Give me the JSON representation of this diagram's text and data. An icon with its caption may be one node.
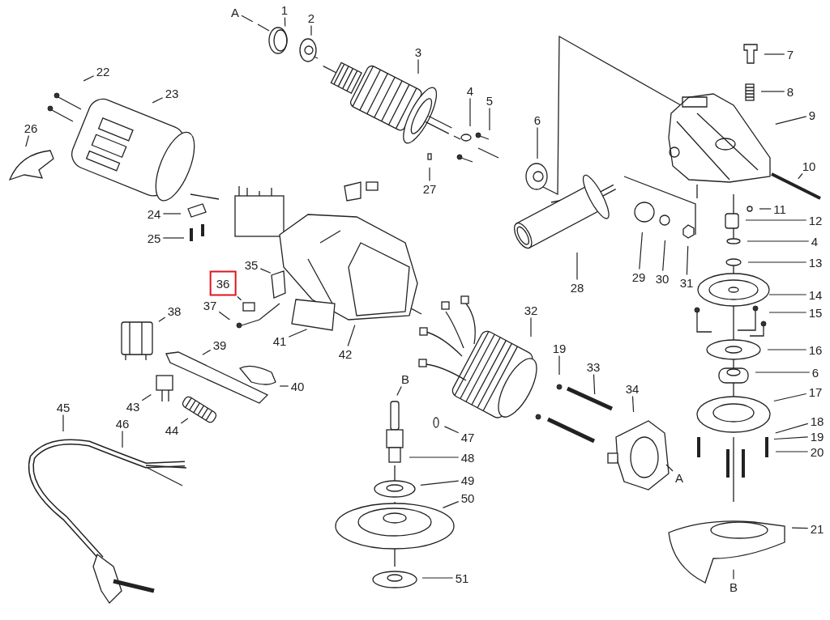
{
  "diagram": {
    "nodes": [
      {
        "text": [
          "A"
        ]
      },
      {
        "text": [
          "1"
        ]
      },
      {
        "text": [
          "2"
        ]
      },
      {
        "text": [
          "3"
        ]
      },
      {
        "text": [
          "4"
        ]
      },
      {
        "text": [
          "5"
        ]
      },
      {
        "text": [
          "6"
        ]
      },
      {
        "text": [
          "7"
        ]
      },
      {
        "text": [
          "8"
        ]
      },
      {
        "text": [
          "9"
        ]
      },
      {
        "text": [
          "10"
        ]
      },
      {
        "text": [
          "11"
        ]
      },
      {
        "text": [
          "12"
        ]
      },
      {
        "text": [
          "4"
        ]
      },
      {
        "text": [
          "13"
        ]
      },
      {
        "text": [
          "14"
        ]
      },
      {
        "text": [
          "15"
        ]
      },
      {
        "text": [
          "16"
        ]
      },
      {
        "text": [
          "6"
        ]
      },
      {
        "text": [
          "17"
        ]
      },
      {
        "text": [
          "18"
        ]
      },
      {
        "text": [
          "19"
        ]
      },
      {
        "text": [
          "20"
        ]
      },
      {
        "text": [
          "21"
        ]
      },
      {
        "text": [
          "B"
        ]
      },
      {
        "text": [
          "22"
        ]
      },
      {
        "text": [
          "23"
        ]
      },
      {
        "text": [
          "24"
        ]
      },
      {
        "text": [
          "25"
        ]
      },
      {
        "text": [
          "26"
        ]
      },
      {
        "text": [
          "27"
        ]
      },
      {
        "text": [
          "28"
        ]
      },
      {
        "text": [
          "29"
        ]
      },
      {
        "text": [
          "30"
        ]
      },
      {
        "text": [
          "31"
        ]
      },
      {
        "text": [
          "32"
        ]
      },
      {
        "text": [
          "19"
        ]
      },
      {
        "text": [
          "33"
        ]
      },
      {
        "text": [
          "34"
        ]
      },
      {
        "text": [
          "A"
        ]
      },
      {
        "text": [
          "35"
        ]
      },
      {
        "text": [
          "36"
        ]
      },
      {
        "text": [
          "37"
        ]
      },
      {
        "text": [
          "38"
        ]
      },
      {
        "text": [
          "39"
        ]
      },
      {
        "text": [
          "40"
        ]
      },
      {
        "text": [
          "41"
        ]
      },
      {
        "text": [
          "42"
        ]
      },
      {
        "text": [
          "43"
        ]
      },
      {
        "text": [
          "44"
        ]
      },
      {
        "text": [
          "45"
        ]
      },
      {
        "text": [
          "46"
        ]
      },
      {
        "text": [
          "B"
        ]
      },
      {
        "text": [
          "47"
        ]
      },
      {
        "text": [
          "48"
        ]
      },
      {
        "text": [
          "49"
        ]
      },
      {
        "text": [
          "50"
        ]
      },
      {
        "text": [
          "51"
        ]
      }
    ],
    "edges": [
      {
        "from": 0,
        "to": null,
        "arrow": "none"
      },
      {
        "from": 1,
        "to": null,
        "arrow": "none"
      },
      {
        "from": 2,
        "to": null,
        "arrow": "none"
      },
      {
        "from": 3,
        "to": null,
        "arrow": "none"
      },
      {
        "from": 4,
        "to": null,
        "arrow": "none"
      },
      {
        "from": 5,
        "to": null,
        "arrow": "none"
      },
      {
        "from": 6,
        "to": null,
        "arrow": "none"
      },
      {
        "from": 7,
        "to": null,
        "arrow": "none"
      },
      {
        "from": 8,
        "to": null,
        "arrow": "none"
      },
      {
        "from": 9,
        "to": null,
        "arrow": "none"
      },
      {
        "from": 10,
        "to": null,
        "arrow": "none"
      },
      {
        "from": 11,
        "to": null,
        "arrow": "none"
      },
      {
        "from": 12,
        "to": null,
        "arrow": "none"
      },
      {
        "from": 13,
        "to": null,
        "arrow": "none"
      },
      {
        "from": 14,
        "to": null,
        "arrow": "none"
      },
      {
        "from": 15,
        "to": null,
        "arrow": "none"
      },
      {
        "from": 16,
        "to": null,
        "arrow": "none"
      },
      {
        "from": 17,
        "to": null,
        "arrow": "none"
      },
      {
        "from": 18,
        "to": null,
        "arrow": "none"
      },
      {
        "from": 19,
        "to": null,
        "arrow": "none"
      },
      {
        "from": 20,
        "to": null,
        "arrow": "none"
      },
      {
        "from": 21,
        "to": null,
        "arrow": "none"
      },
      {
        "from": 22,
        "to": null,
        "arrow": "none"
      },
      {
        "from": 23,
        "to": null,
        "arrow": "none"
      },
      {
        "from": 24,
        "to": null,
        "arrow": "none"
      },
      {
        "from": 25,
        "to": null,
        "arrow": "none"
      },
      {
        "from": 26,
        "to": null,
        "arrow": "none"
      },
      {
        "from": 27,
        "to": null,
        "arrow": "none"
      },
      {
        "from": 28,
        "to": null,
        "arrow": "none"
      },
      {
        "from": 29,
        "to": null,
        "arrow": "none"
      },
      {
        "from": 30,
        "to": null,
        "arrow": "none"
      },
      {
        "from": 31,
        "to": null,
        "arrow": "none"
      },
      {
        "from": 32,
        "to": null,
        "arrow": "none"
      },
      {
        "from": 33,
        "to": null,
        "arrow": "none"
      },
      {
        "from": 34,
        "to": null,
        "arrow": "none"
      },
      {
        "from": 35,
        "to": null,
        "arrow": "none"
      },
      {
        "from": 36,
        "to": null,
        "arrow": "none"
      },
      {
        "from": 37,
        "to": null,
        "arrow": "none"
      },
      {
        "from": 38,
        "to": null,
        "arrow": "none"
      },
      {
        "from": 39,
        "to": null,
        "arrow": "none"
      },
      {
        "from": 40,
        "to": null,
        "arrow": "none"
      },
      {
        "from": 41,
        "to": null,
        "arrow": "none"
      },
      {
        "from": 42,
        "to": null,
        "arrow": "none"
      },
      {
        "from": 43,
        "to": null,
        "arrow": "none"
      },
      {
        "from": 44,
        "to": null,
        "arrow": "none"
      },
      {
        "from": 45,
        "to": null,
        "arrow": "none"
      },
      {
        "from": 46,
        "to": null,
        "arrow": "none"
      },
      {
        "from": 47,
        "to": null,
        "arrow": "none"
      },
      {
        "from": 48,
        "to": null,
        "arrow": "none"
      },
      {
        "from": 49,
        "to": null,
        "arrow": "none"
      },
      {
        "from": 50,
        "to": null,
        "arrow": "none"
      },
      {
        "from": 51,
        "to": null,
        "arrow": "none"
      },
      {
        "from": 52,
        "to": null,
        "arrow": "none"
      },
      {
        "from": 53,
        "to": null,
        "arrow": "none"
      },
      {
        "from": 54,
        "to": null,
        "arrow": "none"
      },
      {
        "from": 55,
        "to": null,
        "arrow": "none"
      },
      {
        "from": 56,
        "to": null,
        "arrow": "none"
      },
      {
        "from": 57,
        "to": null,
        "arrow": "none"
      }
    ]
  }
}
